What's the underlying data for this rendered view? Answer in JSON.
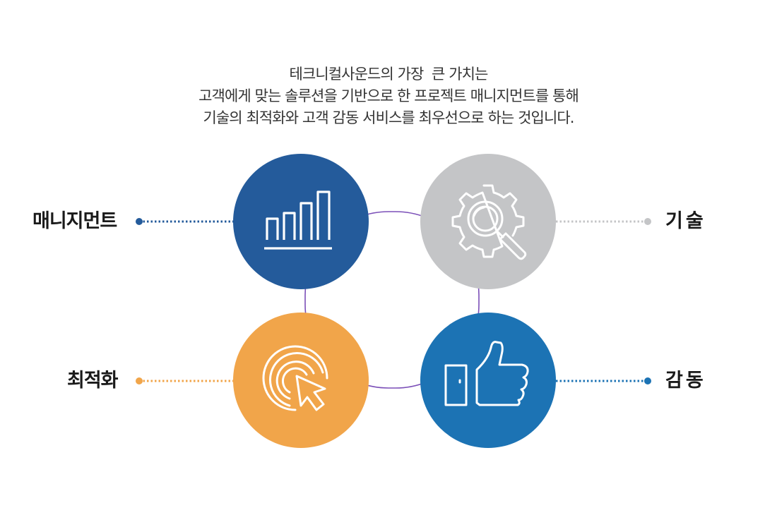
{
  "intro": {
    "line1": "테크니컬사운드의 가장  큰 가치는",
    "line2": "고객에게 맞는 솔루션을 기반으로 한 프로젝트 매니지먼트를 통해",
    "line3": "기술의 최적화와 고객 감동 서비스를 최우선으로 하는 것입니다."
  },
  "nodes": {
    "management": {
      "label": "매니지먼트",
      "icon": "bar-chart-icon",
      "color": "#245b9b"
    },
    "technology": {
      "label": "기술",
      "icon": "gear-search-icon",
      "color": "#c4c5c7"
    },
    "optimization": {
      "label": "최적화",
      "icon": "cursor-click-icon",
      "color": "#f1a54a"
    },
    "emotion": {
      "label": "감동",
      "icon": "thumbs-up-icon",
      "color": "#1c73b4"
    }
  },
  "connector_color": "#7b4fb8"
}
